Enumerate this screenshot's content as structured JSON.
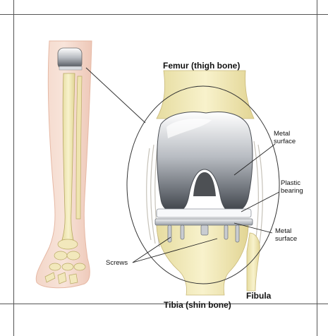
{
  "labels": {
    "femur": "Femur (thigh bone)",
    "metal_surface_top": [
      "Metal",
      "surface"
    ],
    "plastic_bearing": [
      "Plastic",
      "bearing"
    ],
    "metal_surface_bottom": [
      "Metal",
      "surface"
    ],
    "screws": "Screws",
    "fibula": "Fibula",
    "tibia": "Tibia (shin bone)"
  }
}
